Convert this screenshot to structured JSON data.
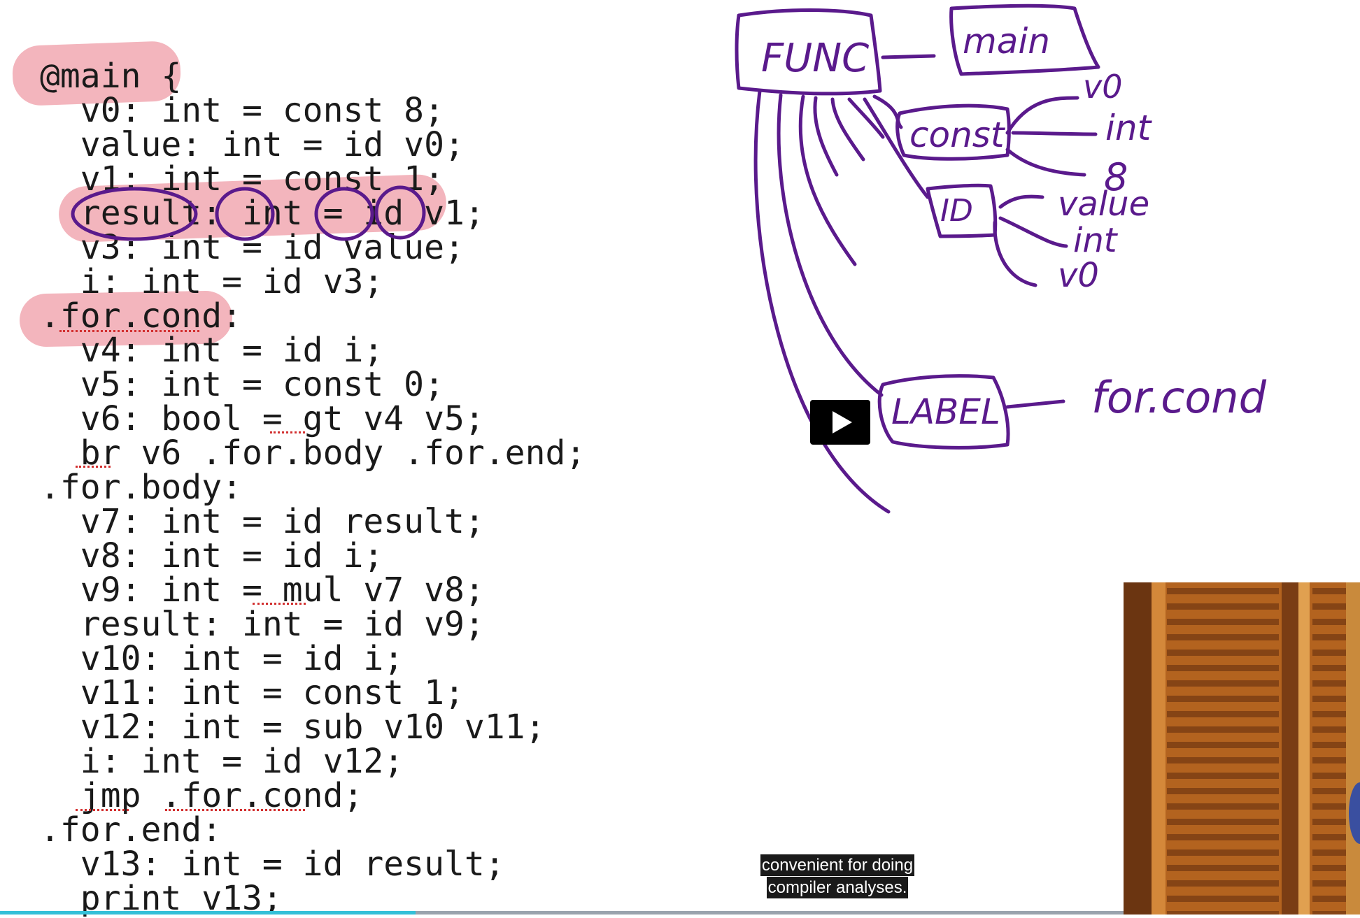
{
  "code_lines": [
    "@main {",
    "  v0: int = const 8;",
    "  value: int = id v0;",
    "  v1: int = const 1;",
    "  result: int = id v1;",
    "  v3: int = id value;",
    "  i: int = id v3;",
    ".for.cond:",
    "  v4: int = id i;",
    "  v5: int = const 0;",
    "  v6: bool = gt v4 v5;",
    "  br v6 .for.body .for.end;",
    ".for.body:",
    "  v7: int = id result;",
    "  v8: int = id i;",
    "  v9: int = mul v7 v8;",
    "  result: int = id v9;",
    "  v10: int = id i;",
    "  v11: int = const 1;",
    "  v12: int = sub v10 v11;",
    "  i: int = id v12;",
    "  jmp .for.cond;",
    ".for.end:",
    "  v13: int = id result;",
    "  print v13;"
  ],
  "diagram": {
    "func": "FUNC",
    "main": "main",
    "const": "const",
    "const_children": [
      "v0",
      "int",
      "8"
    ],
    "id": "ID",
    "id_children": [
      "value",
      "int",
      "v0"
    ],
    "label": "LABEL",
    "label_value": "for.cond"
  },
  "video": {
    "captions": [
      "convenient for doing",
      "compiler analyses."
    ],
    "progress": 0.37,
    "play_icon": "play-icon"
  },
  "colors": {
    "ink": "#5a1a8c",
    "highlight": "#f0a3ac",
    "progress": "#34c0d8"
  }
}
